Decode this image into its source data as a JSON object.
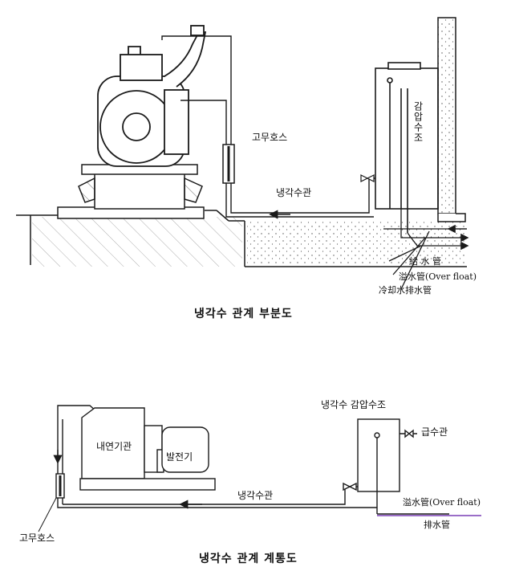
{
  "top_diagram": {
    "labels": {
      "rubber_hose": "고무호스",
      "coolant_pipe": "냉각수관",
      "pressure_tank": "감압수조",
      "supply_pipe": "給 水 管",
      "overflow_pipe": "溢水管(Over float)",
      "drain_pipe": "冷却水排水管"
    },
    "caption": "냉각수 관계 부분도"
  },
  "bottom_diagram": {
    "labels": {
      "tank": "냉각수 감압수조",
      "supply_pipe": "급수관",
      "engine": "내연기관",
      "generator": "발전기",
      "coolant_pipe": "냉각수관",
      "overflow_pipe": "溢水管(Over float)",
      "drain_pipe": "排水管",
      "rubber_hose": "고무호스"
    },
    "caption": "냉각수 관계 계통도"
  },
  "colors": {
    "line": "#1a1a1a",
    "drain_line": "#7a3fb5",
    "background": "#ffffff"
  }
}
